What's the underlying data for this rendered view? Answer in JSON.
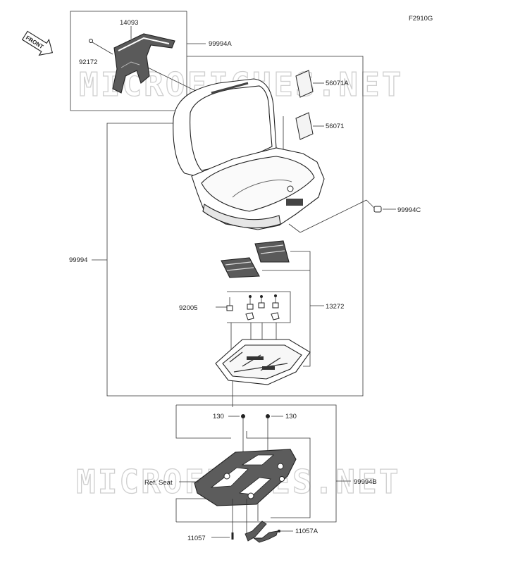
{
  "figure_code": "F2910G",
  "front_label": "FRONT",
  "watermark": "MICROFICHES.NET",
  "labels": {
    "p14093": "14093",
    "p99994A": "99994A",
    "p92172": "92172",
    "p56071A": "56071A",
    "p56071": "56071",
    "p99994C": "99994C",
    "p99994": "99994",
    "p92005": "92005",
    "p13272": "13272",
    "p130_left": "130",
    "p130_right": "130",
    "ref_seat": "Ref. Seat",
    "p99994B": "99994B",
    "p11057": "11057",
    "p11057A": "11057A"
  },
  "colors": {
    "line": "#333333",
    "part_fill_dark": "#555555",
    "part_fill_light": "#f4f4f4",
    "watermark_stroke": "#cfcfcf"
  }
}
